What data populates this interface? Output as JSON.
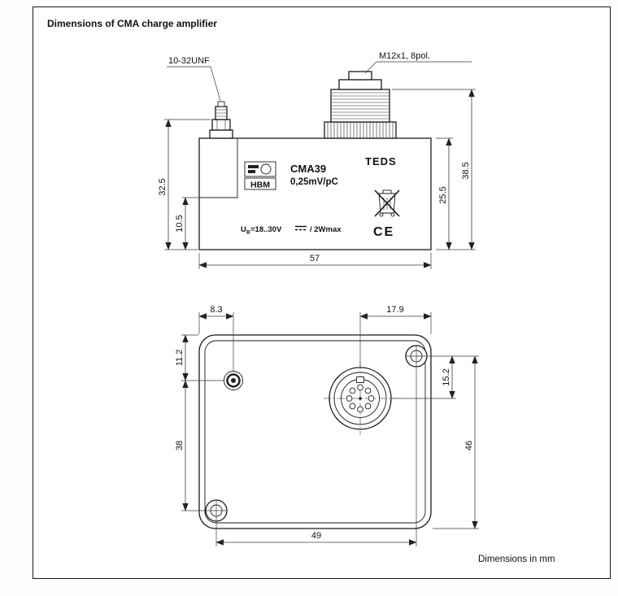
{
  "page": {
    "title": "Dimensions of CMA charge amplifier",
    "unit_note": "Dimensions in mm"
  },
  "side_view": {
    "connector_labels": {
      "small": "10-32UNF",
      "large": "M12x1, 8pol."
    },
    "dims": {
      "height_total_left": "32.5",
      "height_step": "10.5",
      "height_total_right": "38.5",
      "height_body": "25.5",
      "width_body": "57"
    },
    "markings": {
      "brand": "HBM",
      "model": "CMA39",
      "sensitivity": "0,25mV/pC",
      "teds": "TEDS",
      "supply_symbol": "U",
      "supply_subscript": "B",
      "supply_range": "=18..30V",
      "supply_power": "/ 2Wmax",
      "ce": "CE"
    }
  },
  "top_view": {
    "dims": {
      "small_connector_offset_x": "8.3",
      "large_connector_offset_x": "17.9",
      "small_connector_offset_y": "11.2",
      "hole_to_connector_span_y": "38",
      "large_connector_offset_y": "15.2",
      "hole_span_vertical": "46",
      "hole_span_horizontal": "49"
    }
  }
}
